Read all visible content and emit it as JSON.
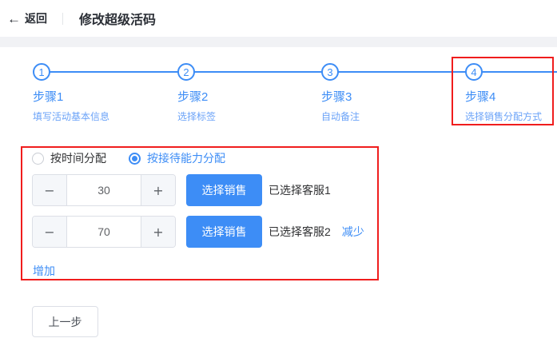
{
  "header": {
    "back": "返回",
    "title": "修改超级活码"
  },
  "stepper": {
    "steps": [
      {
        "num": "1",
        "label": "步骤1",
        "desc": "填写活动基本信息"
      },
      {
        "num": "2",
        "label": "步骤2",
        "desc": "选择标签"
      },
      {
        "num": "3",
        "label": "步骤3",
        "desc": "自动备注"
      },
      {
        "num": "4",
        "label": "步骤4",
        "desc": "选择销售分配方式"
      }
    ]
  },
  "allocation": {
    "radio_time": "按时间分配",
    "radio_capacity": "按接待能力分配",
    "minus_label": "−",
    "plus_label": "+",
    "rows": [
      {
        "value": "30",
        "select_button": "选择销售",
        "selected_info": "已选择客服1"
      },
      {
        "value": "70",
        "select_button": "选择销售",
        "selected_info": "已选择客服2",
        "decrease_link": "减少"
      }
    ],
    "increase_link": "增加"
  },
  "footer": {
    "prev_button": "上一步"
  },
  "colors": {
    "primary": "#3d8df6",
    "highlight_red": "#f01d1d"
  }
}
